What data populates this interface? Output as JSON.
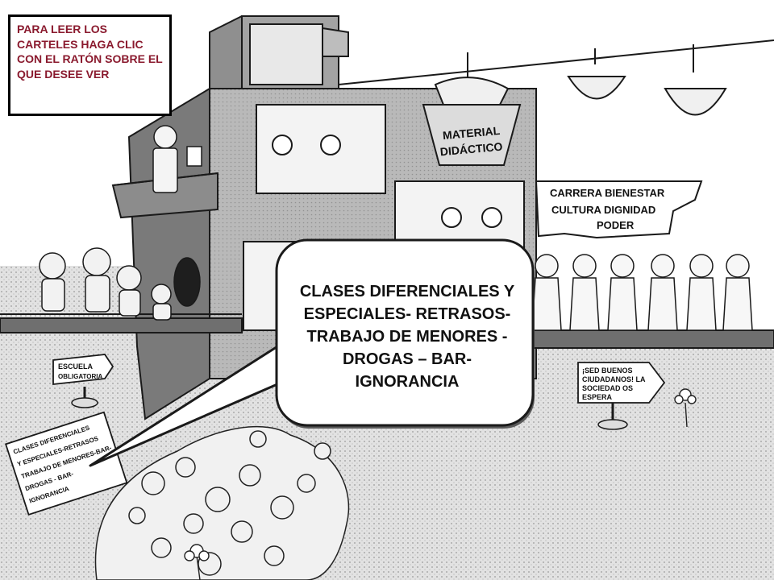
{
  "instructions": "PARA LEER LOS CARTELES HAGA CLIC CON EL RATÓN SOBRE EL QUE DESEE VER",
  "callout": "CLASES DIFERENCIALES Y ESPECIALES- RETRASOS- TRABAJO DE MENORES - DROGAS – BAR- IGNORANCIA",
  "signs": {
    "material_line1": "MATERIAL",
    "material_line2": "DIDÁCTICO",
    "career_line1": "CARRERA  BIENESTAR",
    "career_line2": "CULTURA  DIGNIDAD",
    "career_line3": "PODER",
    "school_line1": "ESCUELA",
    "school_line2": "OBLIGATORIA",
    "society_line1": "¡SED BUENOS",
    "society_line2": "CIUDADANOS! LA",
    "society_line3": "SOCIEDAD OS",
    "society_line4": "ESPERA",
    "classes_line1": "CLASES DIFERENCIALES",
    "classes_line2": "Y ESPECIALES-RETRASOS",
    "classes_line3": "TRABAJO DE MENORES-BAR-",
    "classes_line4": "DROGAS - BAR-",
    "classes_line5": "IGNORANCIA"
  },
  "colors": {
    "instruction_text": "#8a1a2e",
    "building": "#8a8a8a",
    "floor": "#d6d6d6",
    "bubble_border": "#1a1a1a"
  }
}
